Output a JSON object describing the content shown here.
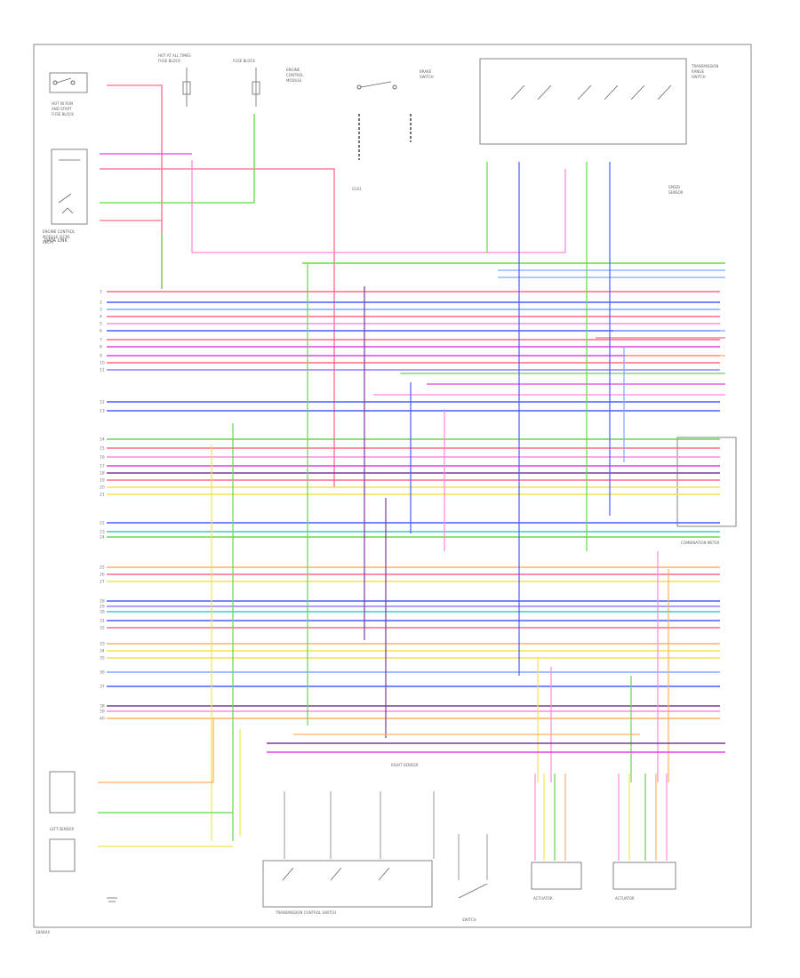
{
  "diagram": {
    "footer_id": "2BAB4X",
    "labels": {
      "left_connector": "DATA LINK",
      "center_ground": "G101",
      "right_connector": "COMBINATION METER",
      "bottom_sensor_1": "RIGHT SENSOR",
      "bottom_sensor_2": "LEFT SENSOR",
      "bottom_switch": "SWITCH",
      "bottom_actuator_1": "ACTUATOR",
      "bottom_actuator_2": "ACTUATOR"
    }
  }
}
